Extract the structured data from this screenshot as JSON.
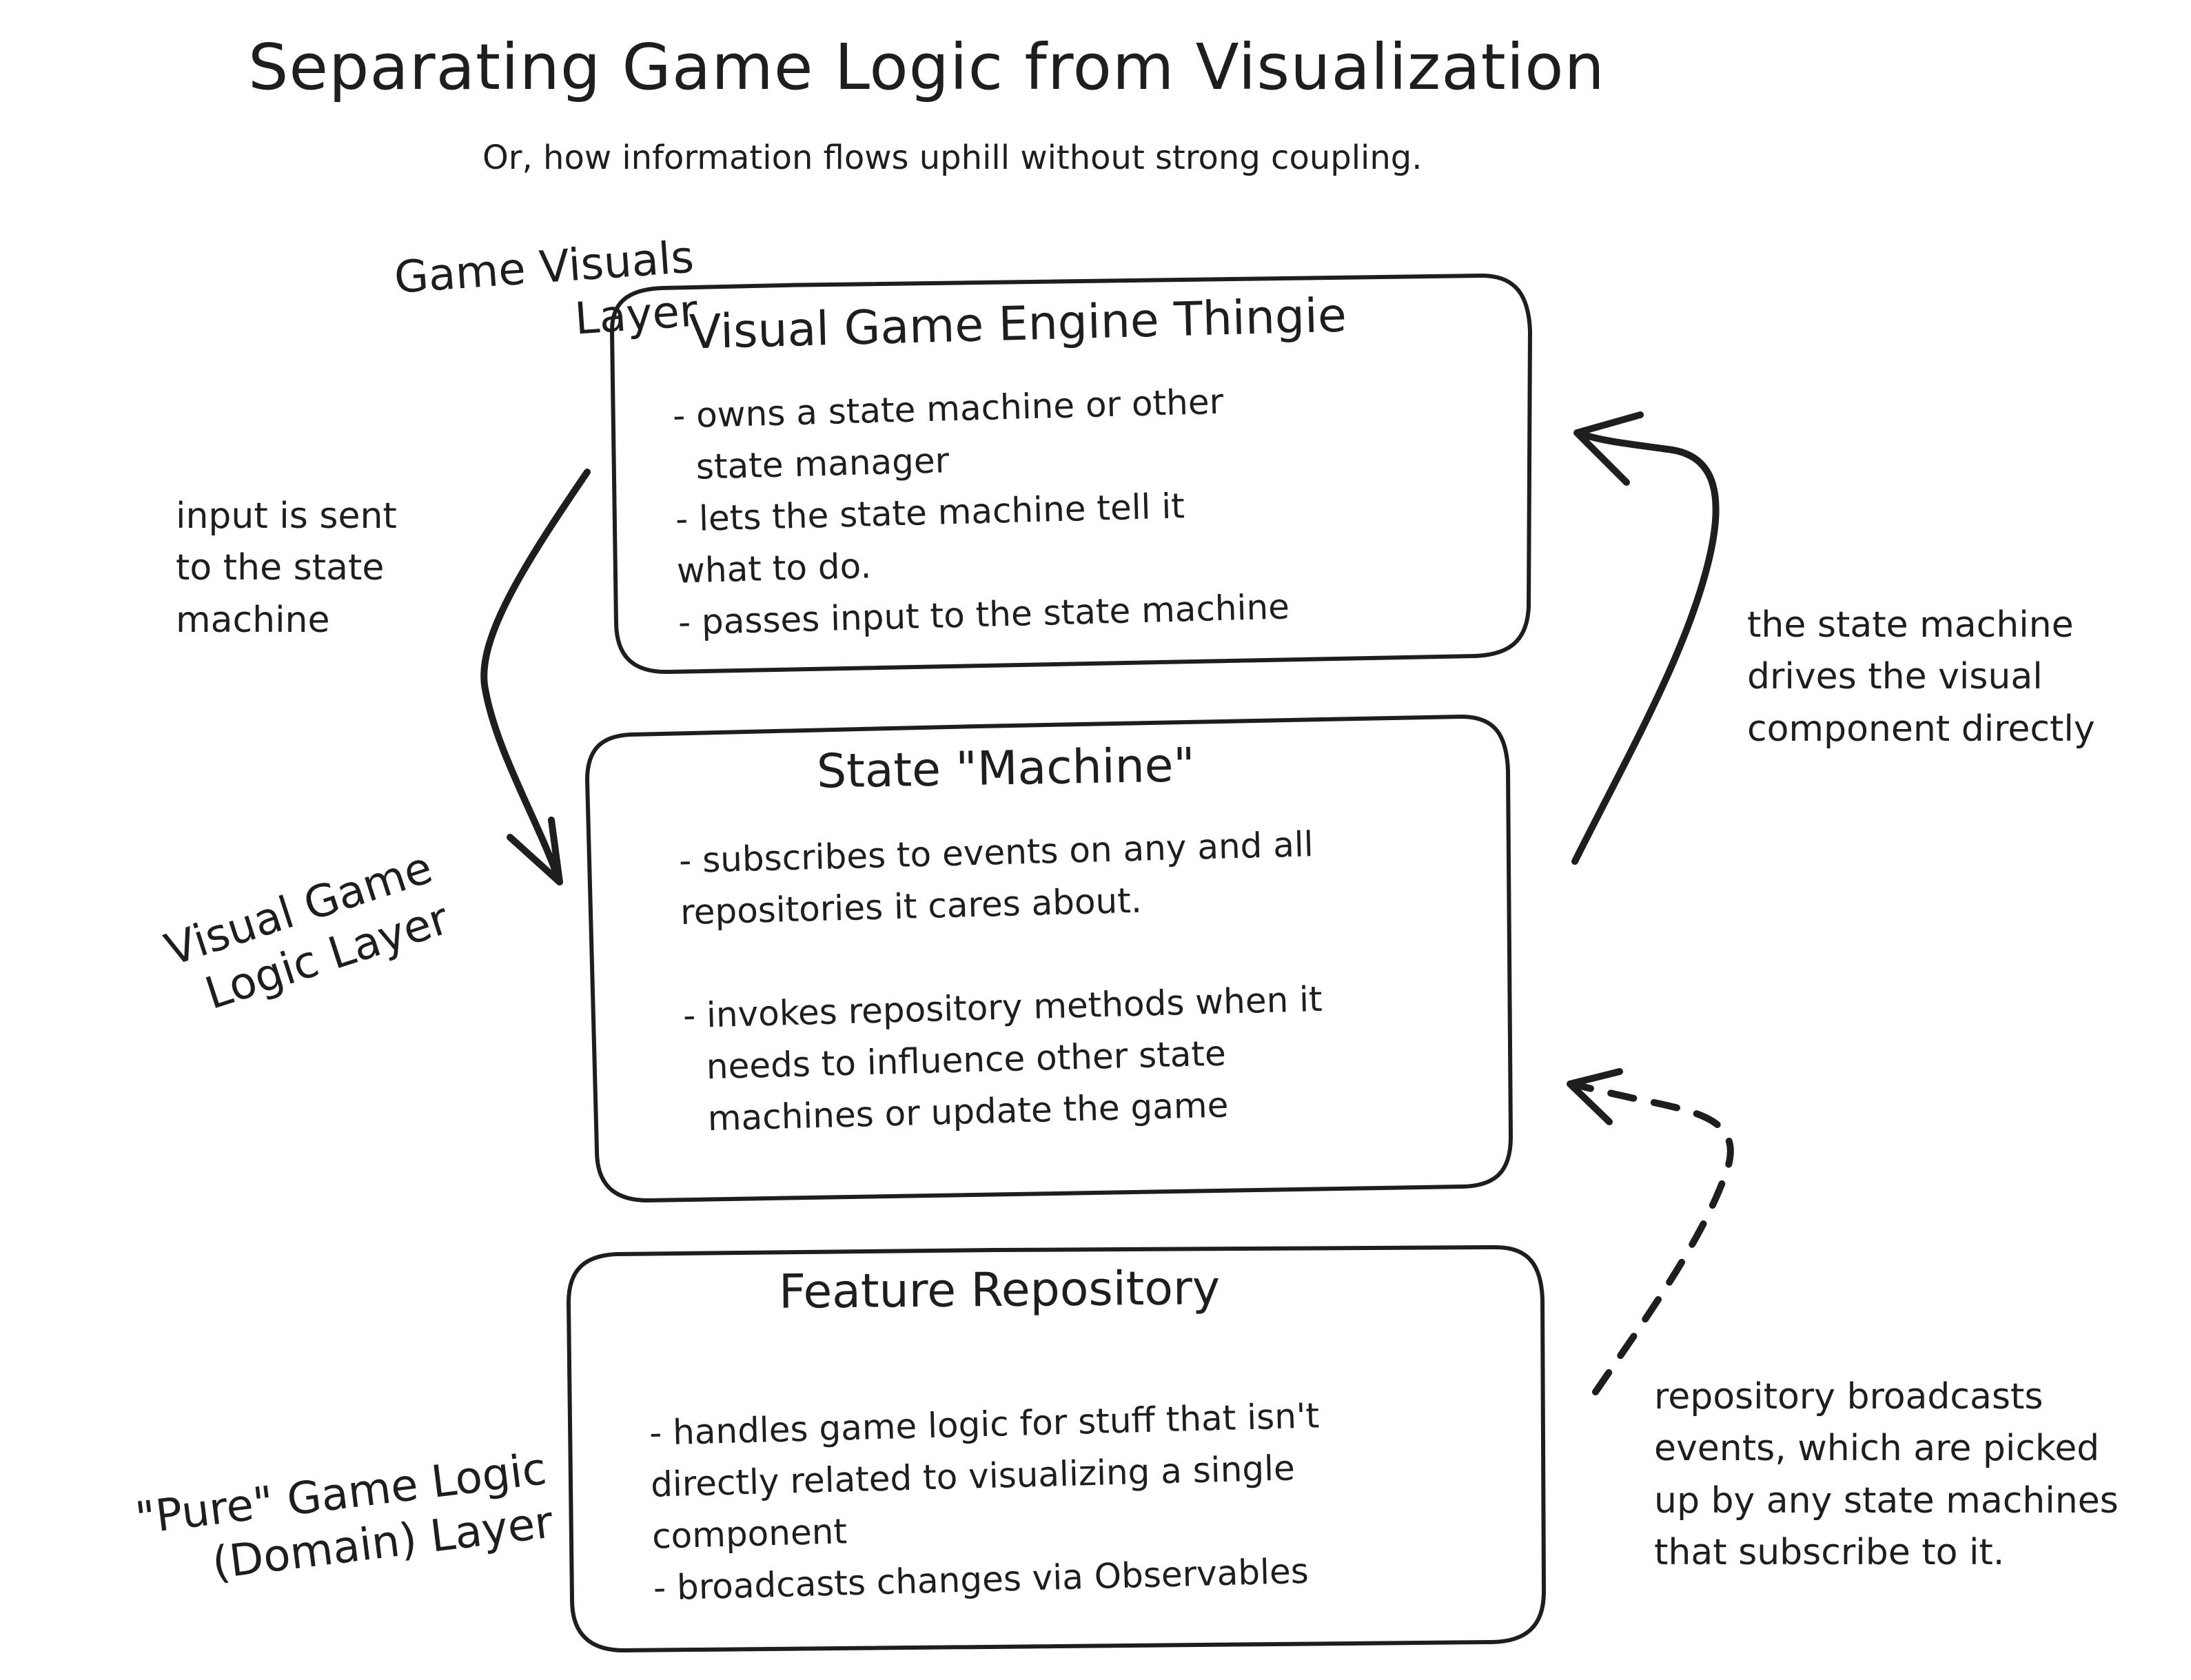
{
  "title": "Separating Game Logic from Visualization",
  "subtitle": "Or, how information flows uphill without strong coupling.",
  "layers": {
    "visuals": "Game Visuals\nLayer",
    "visual_logic": "Visual Game\nLogic Layer",
    "domain": "\"Pure\" Game Logic\n(Domain) Layer"
  },
  "boxes": {
    "engine": {
      "title": "Visual Game Engine Thingie",
      "body": "- owns a state machine or other\n  state manager\n- lets the state machine tell it\nwhat to do.\n- passes input to the state machine"
    },
    "state_machine": {
      "title": "State \"Machine\"",
      "body": "- subscribes to events on any and all\nrepositories it cares about.\n\n- invokes repository methods when it\n  needs to influence other state\n  machines or update the game"
    },
    "repository": {
      "title": "Feature Repository",
      "body": "- handles game logic for stuff that isn't\ndirectly related to visualizing a single\ncomponent\n- broadcasts changes via Observables"
    }
  },
  "notes": {
    "input": "input is sent\nto the state\nmachine",
    "drives": "the state machine\ndrives the visual\ncomponent directly",
    "broadcasts": "repository broadcasts\nevents, which are picked\nup by any state machines\nthat subscribe to it."
  },
  "colors": {
    "stroke": "#1e1e1e",
    "background": "#ffffff"
  }
}
